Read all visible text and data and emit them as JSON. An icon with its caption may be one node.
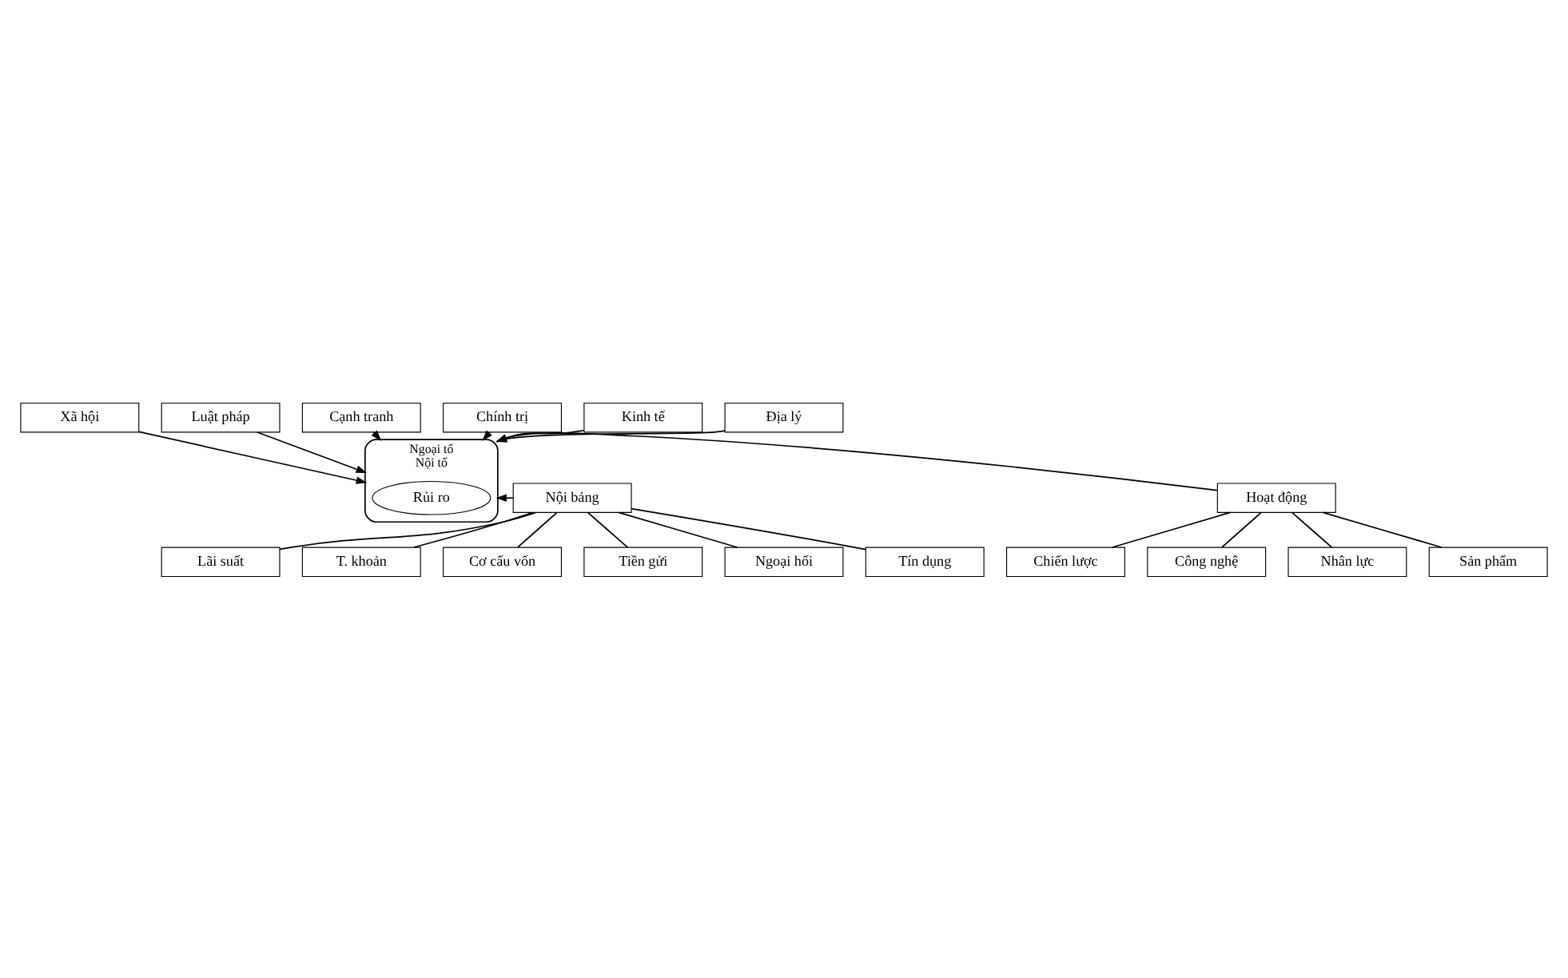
{
  "diagram": {
    "nodes": [
      {
        "text": [
          "Ngoại tố",
          "Nội tố"
        ]
      },
      {
        "text": [
          "Rủi ro"
        ],
        "in": 0
      },
      {
        "text": [
          "Xã hội"
        ]
      },
      {
        "text": [
          "Luật pháp"
        ]
      },
      {
        "text": [
          "Cạnh tranh"
        ]
      },
      {
        "text": [
          "Chính trị"
        ]
      },
      {
        "text": [
          "Kinh tế"
        ]
      },
      {
        "text": [
          "Địa lý"
        ]
      },
      {
        "text": [
          "Nội bảng"
        ]
      },
      {
        "text": [
          "Lãi suất"
        ]
      },
      {
        "text": [
          "T. khoản"
        ]
      },
      {
        "text": [
          "Cơ cấu vốn"
        ]
      },
      {
        "text": [
          "Tiền gửi"
        ]
      },
      {
        "text": [
          "Ngoại hối"
        ]
      },
      {
        "text": [
          "Tín dụng"
        ]
      },
      {
        "text": [
          "Hoạt động"
        ]
      },
      {
        "text": [
          "Chiến lược"
        ]
      },
      {
        "text": [
          "Công nghệ"
        ]
      },
      {
        "text": [
          "Nhân lực"
        ]
      },
      {
        "text": [
          "Sản phẩm"
        ]
      }
    ],
    "edges": [
      {
        "from": 2,
        "to": 0,
        "arrow": "to"
      },
      {
        "from": 3,
        "to": 0,
        "arrow": "to"
      },
      {
        "from": 5,
        "to": 0,
        "arrow": "to"
      },
      {
        "from": 6,
        "to": 0,
        "arrow": "to"
      },
      {
        "from": 4,
        "to": 0,
        "arrow": "to"
      },
      {
        "from": 7,
        "to": 0,
        "arrow": "to"
      },
      {
        "from": 8,
        "to": 0,
        "arrow": "to"
      },
      {
        "from": 15,
        "to": 0,
        "arrow": "to"
      },
      {
        "from": 8,
        "to": 9,
        "arrow": "none"
      },
      {
        "from": 8,
        "to": 10,
        "arrow": "none"
      },
      {
        "from": 8,
        "to": 11,
        "arrow": "none"
      },
      {
        "from": 8,
        "to": 12,
        "arrow": "none"
      },
      {
        "from": 8,
        "to": 13,
        "arrow": "none"
      },
      {
        "from": 8,
        "to": 14,
        "arrow": "none"
      },
      {
        "from": 15,
        "to": 16,
        "arrow": "none"
      },
      {
        "from": 15,
        "to": 17,
        "arrow": "none"
      },
      {
        "from": 15,
        "to": 18,
        "arrow": "none"
      },
      {
        "from": 15,
        "to": 19,
        "arrow": "none"
      }
    ]
  }
}
